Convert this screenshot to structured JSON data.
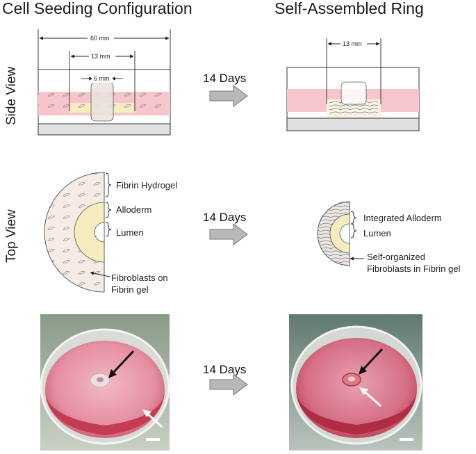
{
  "headers": {
    "left": "Cell Seeding Configuration",
    "right": "Self-Assembled Ring"
  },
  "row_labels": {
    "side_view": "Side View",
    "top_view": "Top View"
  },
  "dimensions": {
    "dish": "60 mm",
    "outer": "13 mm",
    "inner": "6 mm",
    "ring": "13 mm"
  },
  "arrows": {
    "side_view": "14 Days",
    "top_view": "14 Days",
    "photos": "14 Days"
  },
  "top_left_labels": {
    "fibrin_hydrogel": "Fibrin Hydrogel",
    "alloderm": "Alloderm",
    "lumen": "Lumen",
    "fibroblasts": [
      "Fibroblasts on",
      "Fibrin gel"
    ]
  },
  "top_right_labels": {
    "integrated_alloderm": "Integrated Alloderm",
    "lumen": "Lumen",
    "self_organized": [
      "Self-organized",
      "Fibroblasts in Fibrin gel"
    ]
  },
  "colors": {
    "medium_pink": "#f6c6cc",
    "alloderm_yellow": "#f7ecc0",
    "fibrin_pale": "#f7ebe6",
    "base_gray": "#e0e0e0",
    "arrow_gray": "#b8b8b8",
    "dish_red": "#cc4a5f"
  }
}
